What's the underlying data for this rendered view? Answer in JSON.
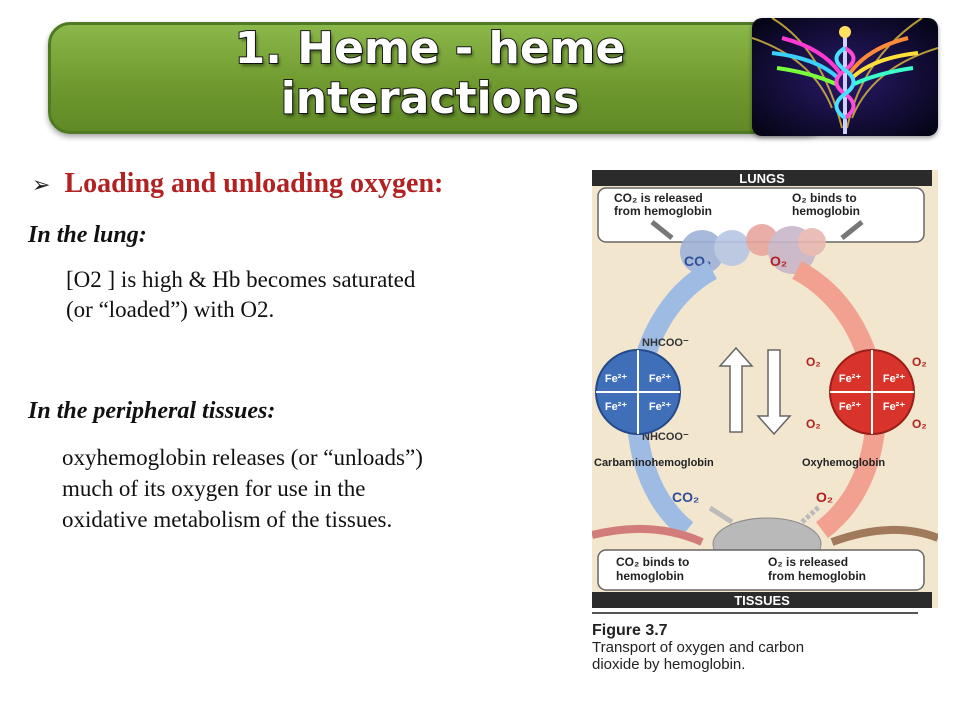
{
  "title": {
    "line1": "1. Heme - heme",
    "line2": "interactions"
  },
  "content": {
    "bullet_heading": "Loading and unloading oxygen:",
    "lung_heading": "In the lung:",
    "lung_line1": "[O2 ] is high & Hb  becomes saturated",
    "lung_line2": "(or “loaded”) with O2.",
    "tissue_heading": "In the peripheral tissues:",
    "tissue_line1": "oxyhemoglobin releases (or “unloads”)",
    "tissue_line2": "much of its oxygen for  use in the",
    "tissue_line3": "oxidative metabolism of the tissues."
  },
  "figure": {
    "lungs_label": "LUNGS",
    "tissues_label": "TISSUES",
    "co2_release_1": "CO₂ is released",
    "co2_release_2": "from hemoglobin",
    "o2_binds_1": "O₂ binds to",
    "o2_binds_2": "hemoglobin",
    "co2_binds_1": "CO₂ binds to",
    "co2_binds_2": "hemoglobin",
    "o2_release_1": "O₂ is released",
    "o2_release_2": "from hemoglobin",
    "carbamino": "Carbaminohemoglobin",
    "oxy": "Oxyhemoglobin",
    "nhcoo": "NHCOO⁻",
    "fe": "Fe²⁺",
    "co2": "CO₂",
    "o2": "O₂",
    "caption_title": "Figure 3.7",
    "caption_line1": "Transport of oxygen and carbon",
    "caption_line2": "dioxide by hemoglobin."
  },
  "colors": {
    "title_green": "#6f9a2f",
    "heading_red": "#b22222",
    "figure_blue": "#3f6fb8",
    "figure_red": "#d9342b"
  }
}
